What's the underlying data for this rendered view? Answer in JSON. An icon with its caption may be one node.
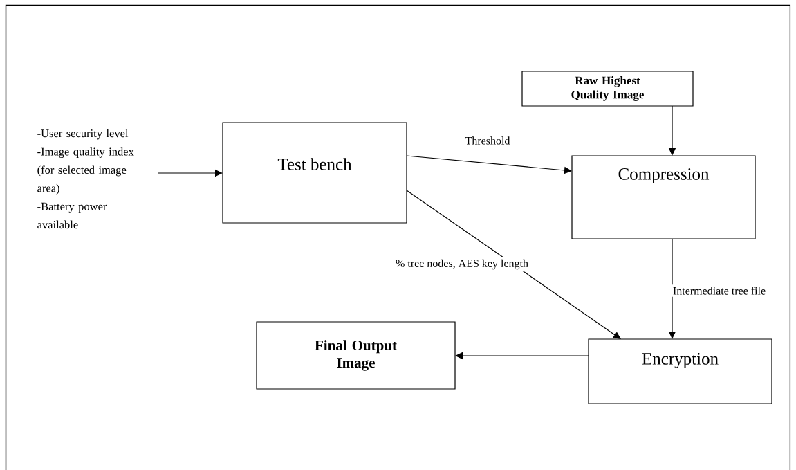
{
  "diagram": {
    "nodes": [
      {
        "text": [
          "-User security level",
          "-Image quality index (for selected image area)",
          "-Battery power available"
        ]
      },
      {
        "text": [
          "Test bench"
        ]
      },
      {
        "text": [
          "**Raw Highest Quality Image**"
        ]
      },
      {
        "text": [
          "Compression"
        ]
      },
      {
        "text": [
          "Encryption"
        ]
      },
      {
        "text": [
          "**Final Output Image**"
        ]
      }
    ],
    "edges": [
      {
        "from": 0,
        "to": 1,
        "arrow": "to"
      },
      {
        "from": 1,
        "to": 3,
        "arrow": "to",
        "label": "Threshold"
      },
      {
        "from": 2,
        "to": 3,
        "arrow": "to"
      },
      {
        "from": 3,
        "to": 4,
        "arrow": "to",
        "label": "Intermediate tree file"
      },
      {
        "from": 1,
        "to": 4,
        "arrow": "to",
        "label": "% tree nodes, AES key length"
      },
      {
        "from": 4,
        "to": 5,
        "arrow": "to"
      }
    ]
  }
}
